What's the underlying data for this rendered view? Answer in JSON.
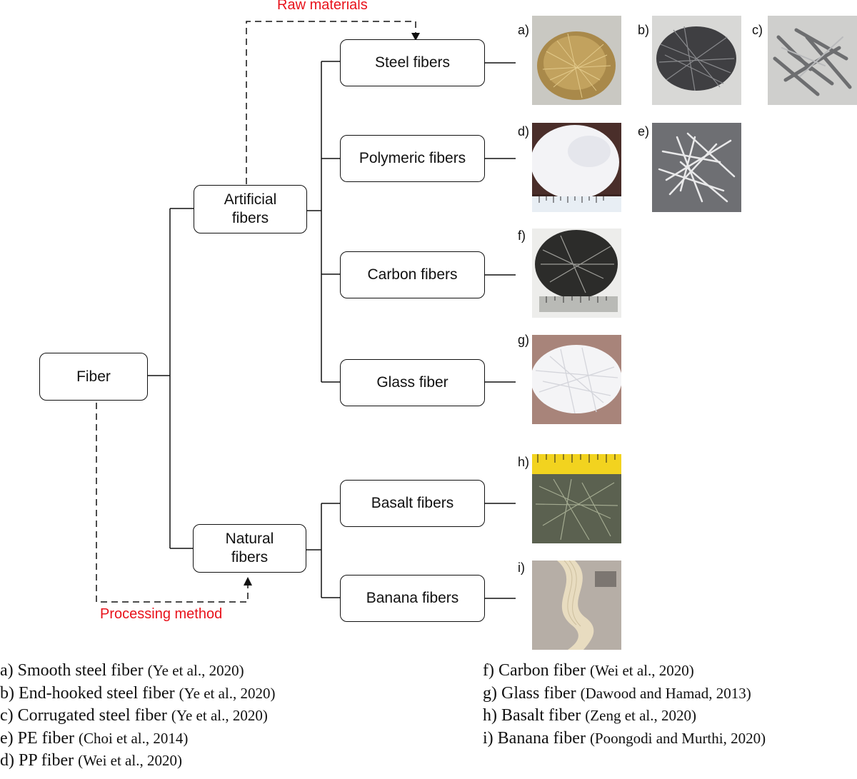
{
  "root": "Fiber",
  "categories": {
    "artificial": "Artificial\nfibers",
    "natural": "Natural\nfibers"
  },
  "fibers": {
    "steel": "Steel fibers",
    "polymeric": "Polymeric fibers",
    "carbon": "Carbon fibers",
    "glass": "Glass fiber",
    "basalt": "Basalt fibers",
    "banana": "Banana fibers"
  },
  "annotations": {
    "raw_materials": "Raw materials",
    "processing_method": "Processing method"
  },
  "photo_tags": [
    "a)",
    "b)",
    "c)",
    "d)",
    "e)",
    "f)",
    "g)",
    "h)",
    "i)"
  ],
  "colors": {
    "annotation": "#e8121b",
    "line": "#111111"
  },
  "legend_left": [
    {
      "label": "a) Smooth steel fiber",
      "cite": "(Ye et al., 2020)"
    },
    {
      "label": "b) End-hooked steel fiber",
      "cite": "(Ye et al., 2020)"
    },
    {
      "label": "c) Corrugated steel fiber",
      "cite": "(Ye et al., 2020)"
    },
    {
      "label": "e) PE fiber",
      "cite": "(Choi et al., 2014)"
    },
    {
      "label": "d) PP fiber",
      "cite": "(Wei et al., 2020)"
    }
  ],
  "legend_right": [
    {
      "label": "f) Carbon fiber",
      "cite": "(Wei et al., 2020)"
    },
    {
      "label": "g) Glass fiber",
      "cite": "(Dawood and Hamad, 2013)"
    },
    {
      "label": "h) Basalt fiber",
      "cite": "(Zeng et al., 2020)"
    },
    {
      "label": "i) Banana fiber",
      "cite": "(Poongodi and Murthi, 2020)"
    }
  ]
}
